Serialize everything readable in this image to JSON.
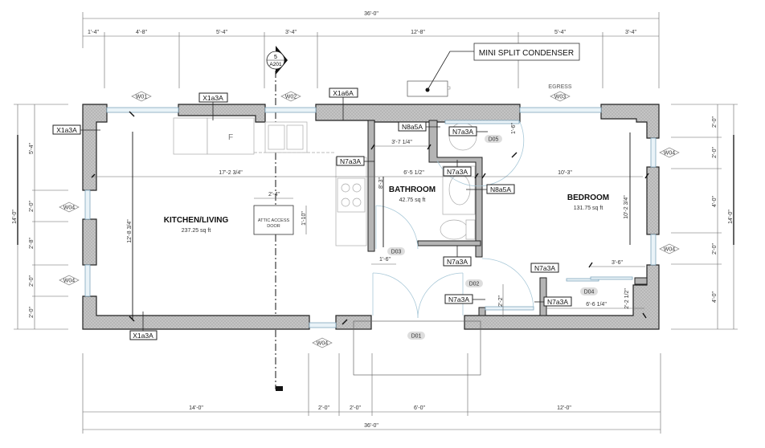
{
  "title_dims": {
    "overall_top": "36'-0\"",
    "overall_bottom": "36'-0\"",
    "overall_left": "14'-0\"",
    "overall_right": "14'-0\""
  },
  "top_dims": [
    "1'-4\"",
    "4'-8\"",
    "5'-4\"",
    "3'-4\"",
    "12'-8\"",
    "5'-4\"",
    "3'-4\""
  ],
  "bottom_dims": [
    "14'-0\"",
    "2'-0\"",
    "2'-0\"",
    "6'-0\"",
    "12'-0\""
  ],
  "left_dims": [
    "5'-4\"",
    "2'-0\"",
    "2'-8\"",
    "2'-0\"",
    "2'-0\""
  ],
  "right_dims": [
    "2'-0\"",
    "2'-0\"",
    "4'-0\"",
    "2'-0\"",
    "4'-0\""
  ],
  "section_marker": {
    "number": "5",
    "sheet": "A201"
  },
  "callout": "MINI SPLIT CONDENSER",
  "egress_label": "EGRESS",
  "rooms": {
    "kitchen": {
      "name": "KITCHEN/LIVING",
      "area": "237.25 sq ft"
    },
    "bathroom": {
      "name": "BATHROOM",
      "area": "42.75 sq ft"
    },
    "bedroom": {
      "name": "BEDROOM",
      "area": "131.75 sq ft"
    }
  },
  "attic": "ATTIC ACCESS DOOR",
  "fridge": "F",
  "wall_tags": {
    "x1a3a": "X1a3A",
    "x1a6a": "X1a6A",
    "n8a5a": "N8a5A",
    "n7a3a": "N7a3A"
  },
  "windows": {
    "w01": "W01",
    "w02": "W02",
    "w03": "W03",
    "w04": "W04"
  },
  "doors": {
    "d01": "D01",
    "d02": "D02",
    "d03": "D03",
    "d04": "D04",
    "d05": "D05"
  },
  "interior_dims": {
    "kitchen_width": "17'-2 3/4\"",
    "kitchen_depth": "12'-8 3/4\"",
    "attic_w": "2'-4\"",
    "attic_h": "1'-10\"",
    "bath_width": "6'-5 1/2\"",
    "bath_closet": "3'-7 1/4\"",
    "bath_depth": "8'-3\"",
    "bath_door": "1'-6\"",
    "closet_door": "1'-6\"",
    "bed_width": "10'-3\"",
    "bed_depth": "10'-2 3/4\"",
    "bed_closet_door": "3'-6\"",
    "bed_closet_w": "6'-6 1/4\"",
    "bed_closet_d": "2'-2 1/2\"",
    "hall_closet": "2'-2\""
  }
}
